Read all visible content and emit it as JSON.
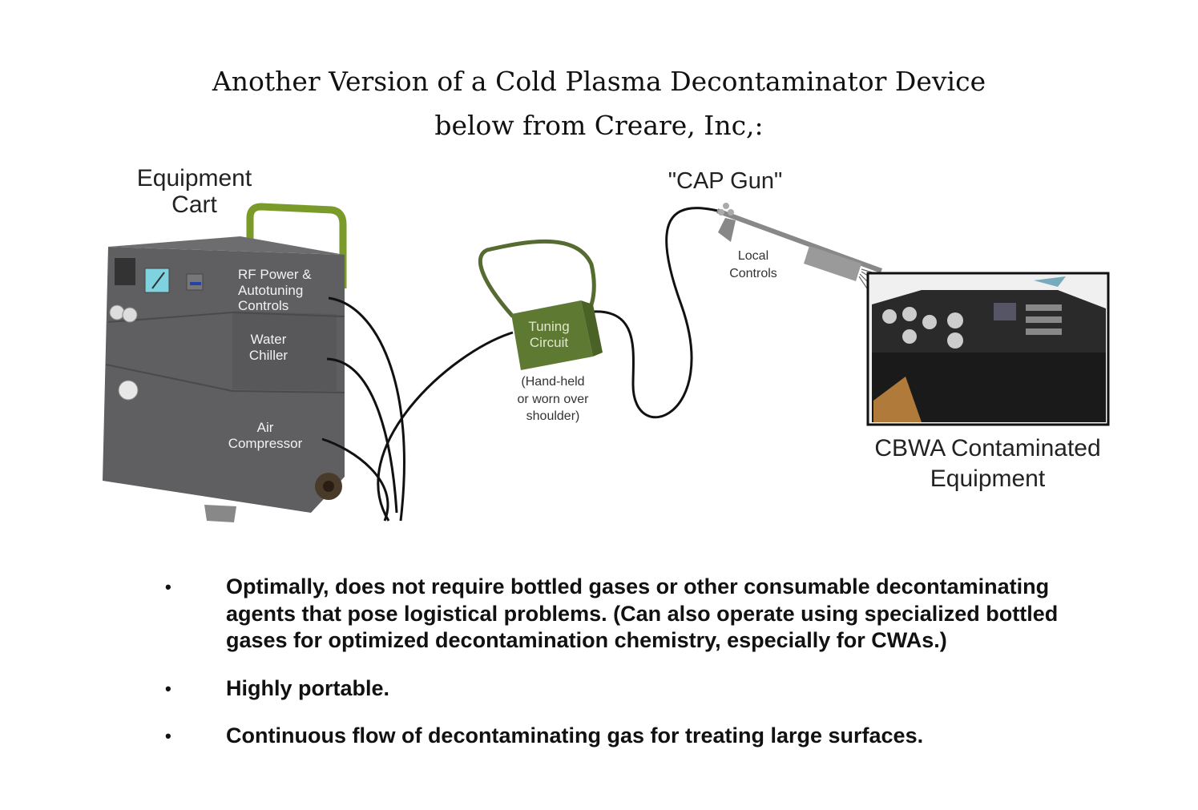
{
  "title": {
    "line1": "Another Version of a Cold Plasma Decontaminator Device",
    "line2": "below from Creare, Inc,:"
  },
  "diagram": {
    "equipment_cart": "Equipment Cart",
    "equipment_cart_line1": "Equipment",
    "equipment_cart_line2": "Cart",
    "rf_power": [
      "RF Power &",
      "Autotuning",
      "Controls"
    ],
    "water_chiller": [
      "Water",
      "Chiller"
    ],
    "air_compressor": [
      "Air",
      "Compressor"
    ],
    "tuning_circuit": [
      "Tuning",
      "Circuit"
    ],
    "tuning_note": [
      "(Hand-held",
      "or worn over",
      "shoulder)"
    ],
    "cap_gun": "\"CAP Gun\"",
    "local_controls": [
      "Local",
      "Controls"
    ],
    "contaminated": [
      "CBWA Contaminated",
      "Equipment"
    ],
    "colors": {
      "cart": "#5f5f62",
      "handle": "#7a9a2a",
      "tuning_box": "#5e7a32",
      "meter": "#7fd3e0"
    }
  },
  "bullets": [
    {
      "symbol": "•",
      "text": "Optimally, does not require bottled gases or other consumable decontaminating agents that pose logistical problems.  (Can also operate using specialized bottled gases for optimized decontamination chemistry, especially for CWAs.)"
    },
    {
      "symbol": "•",
      "text": "Highly portable."
    },
    {
      "symbol": "•",
      "text": "Continuous flow of decontaminating gas for treating large surfaces."
    }
  ]
}
